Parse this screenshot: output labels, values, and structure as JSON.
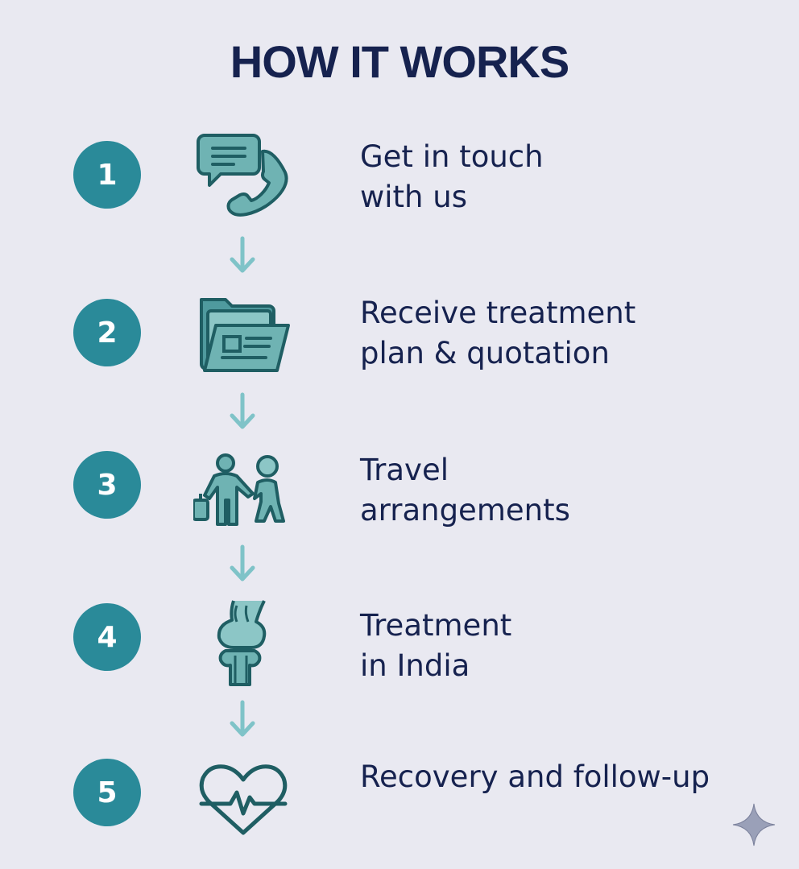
{
  "title": "HOW IT WORKS",
  "colors": {
    "background": "#e9e9f1",
    "title": "#16224f",
    "number_circle": "#2a8a99",
    "icon_fill": "#6fb3b3",
    "icon_stroke": "#1f5e63",
    "arrow": "#7fc3c8"
  },
  "steps": [
    {
      "number": "1",
      "icon": "chat-phone-icon",
      "lines": [
        "Get in touch",
        "with us"
      ]
    },
    {
      "number": "2",
      "icon": "folder-document-icon",
      "lines": [
        "Receive treatment",
        "plan & quotation"
      ]
    },
    {
      "number": "3",
      "icon": "traveler-handshake-icon",
      "lines": [
        "Travel",
        "arrangements"
      ]
    },
    {
      "number": "4",
      "icon": "knee-joint-icon",
      "lines": [
        "Treatment",
        "in India"
      ]
    },
    {
      "number": "5",
      "icon": "heartbeat-icon",
      "lines": [
        "Recovery and follow-up"
      ]
    }
  ],
  "arrow_icon": "arrow-down-icon",
  "sparkle_icon": "sparkle-icon"
}
